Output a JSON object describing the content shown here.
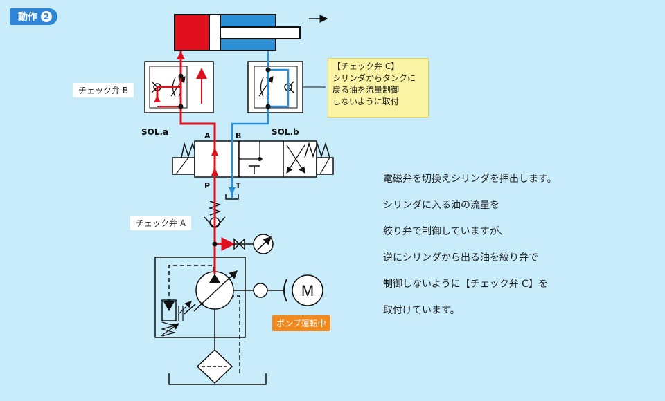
{
  "step": {
    "label": "動作",
    "number": "2"
  },
  "labels": {
    "check_valve_b": "チェック弁 B",
    "check_valve_a": "チェック弁 A",
    "sol_a": "SOL.a",
    "sol_b": "SOL.b",
    "port_a": "A",
    "port_b": "B",
    "port_p": "P",
    "port_t": "T",
    "motor": "M",
    "pump_status": "ポンプ運転中"
  },
  "note_c": {
    "lines": [
      "【チェック弁 C】",
      "シリンダからタンクに",
      "戻る油を流量制御",
      "しないように取付"
    ]
  },
  "description": {
    "lines": [
      "電磁弁を切換えシリンダを押出します。",
      "シリンダに入る油の流量を",
      "絞り弁で制御していますが、",
      "逆にシリンダから出る油を絞り弁で",
      "制御しないように【チェック弁 C】を",
      "取付けています。"
    ]
  },
  "colors": {
    "background": "#c9ecfb",
    "pressure_line": "#e0101e",
    "return_line": "#2b8fd6",
    "badge": "#2f86d6",
    "note_bg": "#fbf3a4",
    "status_bg": "#f08a1e"
  }
}
